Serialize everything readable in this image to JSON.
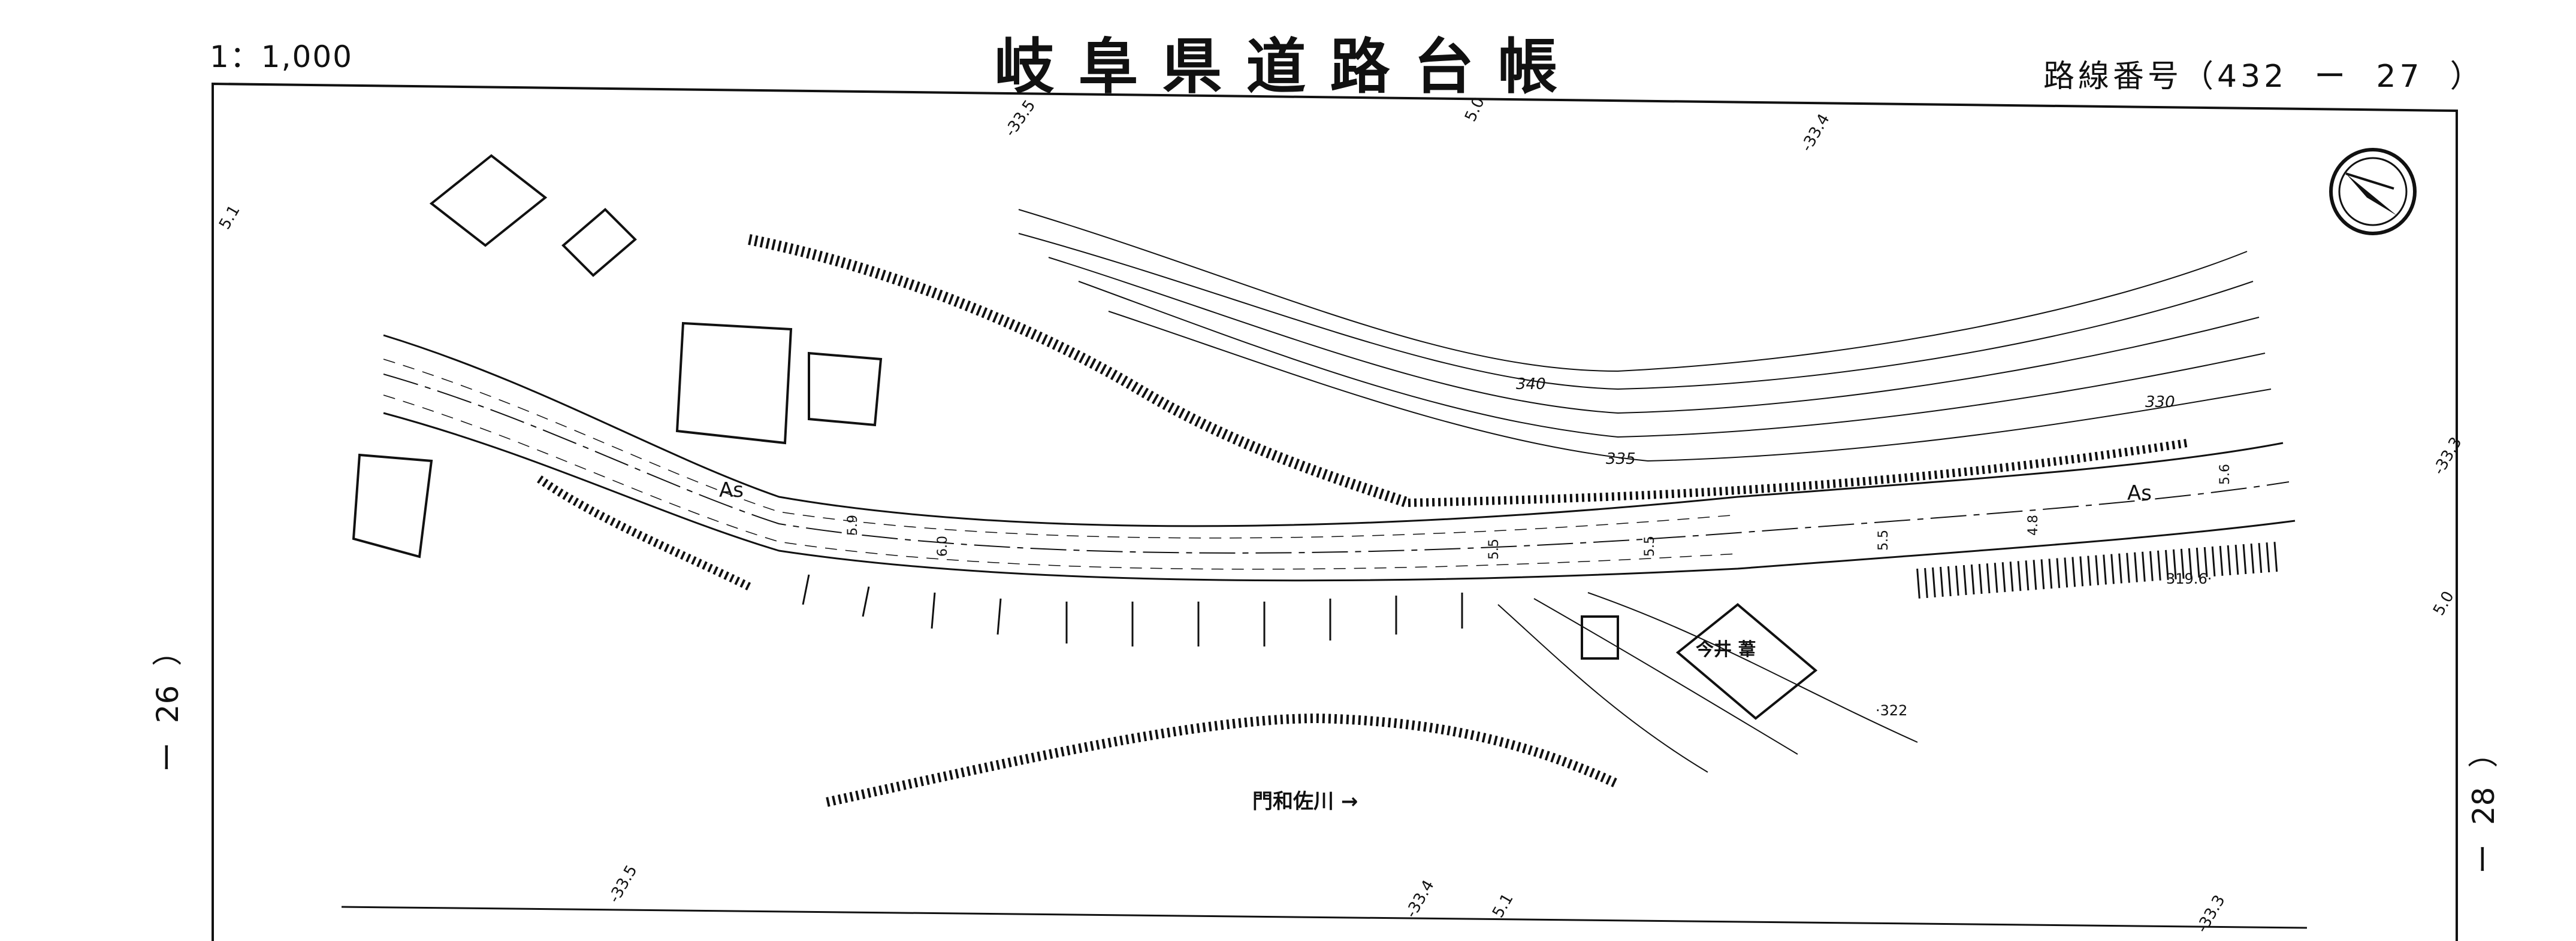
{
  "header": {
    "scale": "1：1,000",
    "title": "岐阜県道路台帳",
    "route_number": "路線番号（432  ー  27  ）"
  },
  "sheet_refs": {
    "previous": "ー  26  ）",
    "next": "ー  28  ）"
  },
  "map": {
    "contour_labels": [
      "340",
      "335",
      "330",
      "·322",
      "319.6·"
    ],
    "road_surface_labels": [
      "As",
      "As"
    ],
    "building_label": "今井 葦",
    "river_label": "門和佐川 →",
    "grid_labels": [
      "-33.5",
      "5.0",
      "-33.4",
      "-33.3",
      "5.1",
      "5.0",
      "-33.5",
      "-33.4",
      "5.1",
      "-33.3"
    ],
    "width_labels": [
      "5.9",
      "6.0",
      "5.5",
      "5.5",
      "5.5",
      "4.8",
      "5.6"
    ],
    "colors": {
      "ink": "#111111",
      "paper": "#ffffff"
    },
    "icons": [
      "north-arrow-icon"
    ]
  }
}
